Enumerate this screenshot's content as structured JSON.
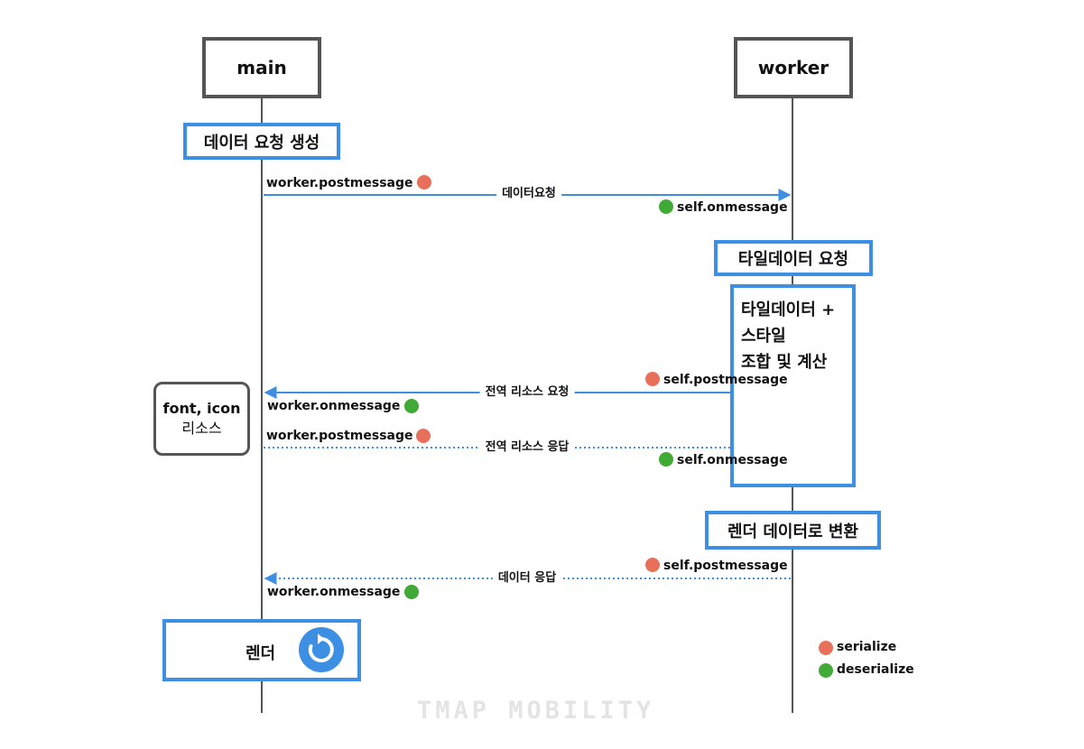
{
  "actors": {
    "main": "main",
    "worker": "worker"
  },
  "steps": {
    "create_request": "데이터 요청 생성",
    "tile_request": "타일데이터 요청",
    "combine_calc": [
      "타일데이터 +",
      "스타일",
      "조합 및 계산"
    ],
    "convert_render": "렌더 데이터로 변환",
    "render": "렌더"
  },
  "resource": {
    "line1": "font, icon",
    "line2": "리소스"
  },
  "messages": [
    {
      "label": "데이터요청",
      "sender_call": "worker.postmessage",
      "receiver_call": "self.onmessage",
      "direction": "main-to-worker",
      "style": "solid"
    },
    {
      "label": "전역 리소스 요청",
      "sender_call": "self.postmessage",
      "receiver_call": "worker.onmessage",
      "direction": "worker-to-main",
      "style": "solid"
    },
    {
      "label": "전역 리소스 응답",
      "sender_call": "worker.postmessage",
      "receiver_call": "self.onmessage",
      "direction": "main-to-worker",
      "style": "dotted"
    },
    {
      "label": "데이터 응답",
      "sender_call": "self.postmessage",
      "receiver_call": "worker.onmessage",
      "direction": "worker-to-main",
      "style": "dotted"
    }
  ],
  "legend": [
    {
      "label": "serialize",
      "color": "#e8705a"
    },
    {
      "label": "deserialize",
      "color": "#3faa35"
    }
  ],
  "watermark": "TMAP MOBILITY",
  "colors": {
    "arrow": "#3d8fe3",
    "box_border": "#3d8fe3",
    "actor_border": "#555555",
    "serialize": "#e8705a",
    "deserialize": "#3faa35"
  },
  "icons": {
    "render_icon": "refresh-icon"
  }
}
